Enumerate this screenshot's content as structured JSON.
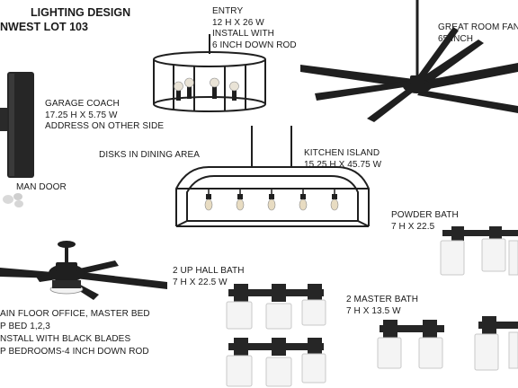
{
  "header": {
    "title_line1": "LIGHTING DESIGN",
    "title_line2": "NWEST LOT 103"
  },
  "labels": {
    "entry": [
      "ENTRY",
      "12 H X 26 W",
      "INSTALL WITH",
      "6 INCH DOWN ROD"
    ],
    "great_room_fan": [
      "GREAT ROOM FAN",
      "65 INCH"
    ],
    "garage_coach": [
      "GARAGE COACH",
      "17.25 H X 5.75 W",
      "ADDRESS ON OTHER SIDE"
    ],
    "disks_dining": [
      "DISKS IN DINING AREA"
    ],
    "kitchen_island": [
      "KITCHEN ISLAND",
      "15.25 H X 45.75 W"
    ],
    "man_door": [
      "MAN DOOR"
    ],
    "powder_bath": [
      "POWDER BATH",
      "7 H X 22.5"
    ],
    "up_hall_bath": [
      "2 UP HALL BATH",
      "7 H X 22.5 W"
    ],
    "master_bath": [
      "2 MASTER BATH",
      "7 H X 13.5 W"
    ],
    "main_floor_fan": [
      "AIN FLOOR OFFICE, MASTER BED",
      "P BED 1,2,3",
      "NSTALL WITH BLACK BLADES",
      "P BEDROOMS-4 INCH DOWN ROD"
    ]
  },
  "colors": {
    "fixture_dark": "#1f1f1f",
    "glass_white": "#f4f4f4",
    "text": "#1a1a1a"
  }
}
